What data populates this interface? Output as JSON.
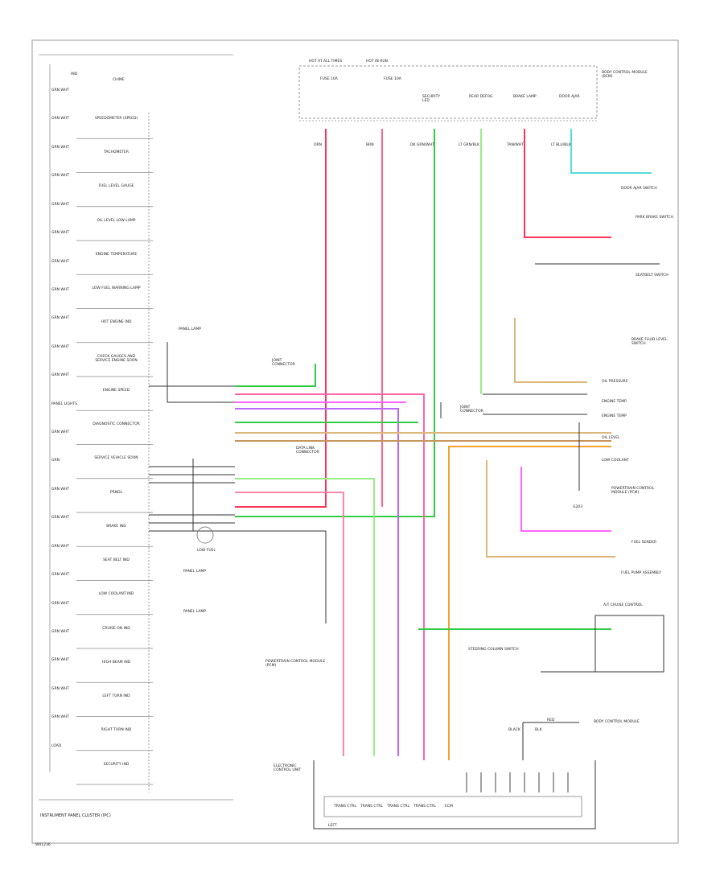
{
  "diagram": {
    "title": "INSTRUMENT PANEL CLUSTER (IPC)",
    "figure_id": "W01236",
    "colors": {
      "red_wire": "#ff3355",
      "green_wire": "#33cc44",
      "light_green_wire": "#99ee88",
      "pink_wire": "#ff66ff",
      "cyan_wire": "#55dddd",
      "tan_wire": "#ddb77a",
      "brown_wire": "#c8955a",
      "orange_wire": "#f2a030",
      "purple_wire": "#bb66ff",
      "frame": "#888888",
      "ink": "#222222"
    },
    "ipc_panel": {
      "top_labels": [
        "IND",
        "CHIME"
      ],
      "items": [
        "SPEEDOMETER (SPEED)",
        "TACHOMETER",
        "FUEL LEVEL GAUGE",
        "OIL LEVEL LOW LAMP",
        "ENGINE TEMPERATURE",
        "LOW FUEL WARNING LAMP",
        "HOT ENGINE IND",
        "CHECK GAUGES AND SERVICE ENGINE SOON",
        "ENGINE SPEED",
        "DIAGNOSTIC CONNECTOR",
        "SERVICE VEHICLE SOON",
        "PRNDL",
        "BRAKE IND",
        "SEAT BELT IND",
        "LOW COOLANT IND",
        "CRUISE ON IND",
        "HIGH BEAM IND",
        "LEFT TURN IND",
        "RIGHT TURN IND",
        "SECURITY IND"
      ],
      "left_col_labels": [
        "GRN WHT",
        "GRN WHT",
        "GRN WHT",
        "GRN WHT",
        "GRN WHT",
        "GRN WHT",
        "GRN WHT",
        "GRN WHT",
        "GRN WHT",
        "GRN WHT",
        "GRN WHT",
        "PANEL LIGHTS",
        "GRN WHT",
        "GRN",
        "GRN WHT",
        "GRN WHT",
        "GRN WHT",
        "GRN WHT",
        "GRN WHT",
        "GRN WHT",
        "GRN WHT",
        "GRN WHT",
        "GRN WHT",
        "LOAD"
      ]
    },
    "top_connector": {
      "headers": [
        "HOT AT ALL TIMES",
        "HOT IN RUN"
      ],
      "fuses": [
        "FUSE 10A",
        "FUSE 10A"
      ],
      "module_label": "BODY CONTROL MODULE (BCM)",
      "module_pins": [
        "SECURITY LED",
        "REAR DEFOG",
        "BRAKE LAMP",
        "DOOR AJAR"
      ],
      "wire_codes": [
        "ORN",
        "BRN",
        "DK GRN/WHT",
        "LT GRN/BLK",
        "TAN/WHT",
        "LT BLU/BLK"
      ]
    },
    "right_side": {
      "door_switch": "DOOR AJAR SWITCH",
      "park_brake": "PARK BRAKE SWITCH",
      "seatbelt": "SEATBELT SWITCH",
      "brake_fluid": "BRAKE FLUID LEVEL SWITCH",
      "connector_group": "JOINT CONNECTOR",
      "sensors": [
        "OIL PRESSURE",
        "ENGINE TEMP",
        "ENGINE TEMP",
        "OIL LEVEL",
        "LOW COOLANT"
      ],
      "fuel_sender": "FUEL SENDER",
      "fuel_pump": "FUEL PUMP ASSEMBLY",
      "ecm_note": "POWERTRAIN CONTROL MODULE (PCM)",
      "cruise_relay": "A/T CRUISE CONTROL",
      "ground_label": "G203"
    },
    "center": {
      "joint_connector": "JOINT CONNECTOR",
      "diag_connector": "DATA LINK CONNECTOR",
      "lamp_label": "LOW FUEL",
      "pnl_labels": [
        "PANEL LAMP",
        "PANEL LAMP",
        "PANEL LAMP"
      ],
      "body_note": "POWERTRAIN CONTROL MODULE (PCM)",
      "bottom_note": "STEERING COLUMN SWITCH"
    },
    "bottom_block": {
      "label": "ELECTRONIC CONTROL UNIT",
      "bottom_label": "LEFT",
      "boxes": [
        "TRANS CTRL",
        "TRANS CTRL",
        "TRANS CTRL",
        "TRANS CTRL",
        "ECM"
      ],
      "terminal_labels": [
        "BLACK",
        "BLK",
        "RED"
      ],
      "right_note": "BODY CONTROL MODULE"
    }
  }
}
